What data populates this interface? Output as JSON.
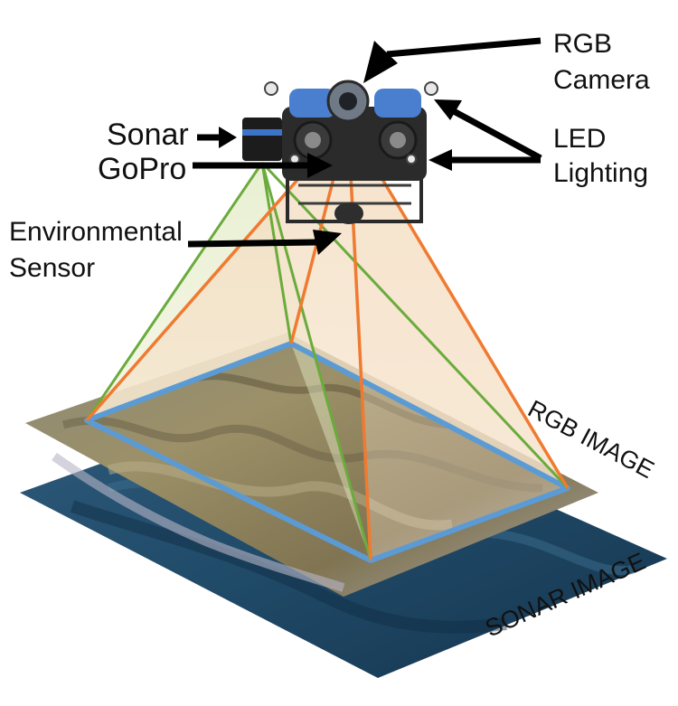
{
  "labels": {
    "rgb_camera_line1": "RGB",
    "rgb_camera_line2": "Camera",
    "led_line1": "LED",
    "led_line2": "Lighting",
    "sonar": "Sonar",
    "gopro": "GoPro",
    "env_line1": "Environmental",
    "env_line2": "Sensor",
    "rgb_image": "RGB IMAGE",
    "sonar_image": "SONAR IMAGE"
  },
  "colors": {
    "rgb_beam": "#f07a30",
    "sonar_beam": "#6aab3c",
    "footprint": "#5b9bd5",
    "arrows": "#000000",
    "vehicle_thrusters": "#4a7fd0"
  },
  "icons": [
    "arrow-icon",
    "rov-vehicle-icon"
  ]
}
